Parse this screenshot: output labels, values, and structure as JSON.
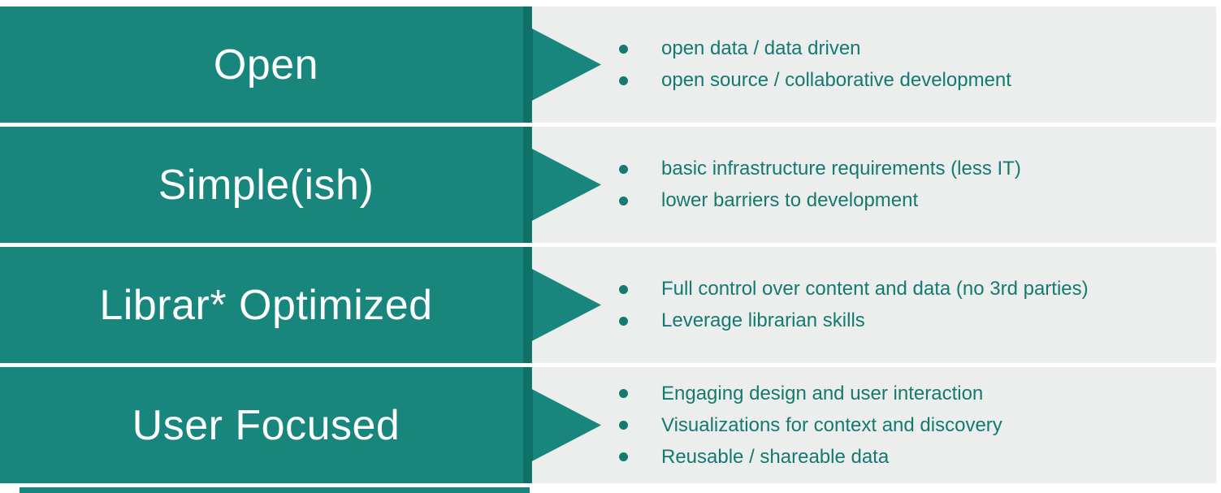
{
  "slide": {
    "rows": [
      {
        "title": "Open",
        "bullets": [
          "open data / data driven",
          "open source / collaborative development"
        ]
      },
      {
        "title": "Simple(ish)",
        "bullets": [
          "basic infrastructure requirements (less IT)",
          "lower barriers to development"
        ]
      },
      {
        "title": "Librar* Optimized",
        "bullets": [
          "Full control over content and data (no 3rd parties)",
          "Leverage librarian skills"
        ]
      },
      {
        "title": "User Focused",
        "bullets": [
          "Engaging design and user interaction",
          "Visualizations for context and discovery",
          "Reusable / shareable data"
        ]
      }
    ],
    "icons": {
      "bullet": "filled-circle-icon",
      "banner": "right-arrow-banner"
    },
    "colors": {
      "arrow": "#18867C",
      "arrow_edge": "#0F7268",
      "bullet_text": "#147A70",
      "row_background": "#ECEDED",
      "title_text": "#FCFCFC",
      "page_background": "#FFFFFF"
    }
  }
}
